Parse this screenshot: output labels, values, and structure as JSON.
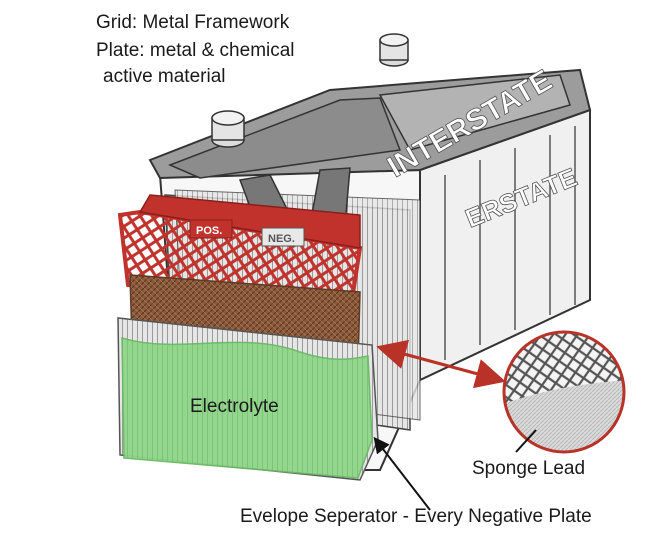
{
  "labels": {
    "grid": "Grid: Metal Framework",
    "plate_line1": "Plate: metal & chemical",
    "plate_line2": "active material",
    "electrolyte": "Electrolyte",
    "sponge_lead": "Sponge Lead",
    "envelope": "Evelope Seperator - Every Negative Plate"
  },
  "terminals": {
    "positive": "POS.",
    "negative": "NEG."
  },
  "brand": {
    "lid_text": "INTERSTATE",
    "side_text": "ERSTATE"
  },
  "colors": {
    "grid_red": "#c0322b",
    "active_material": "#8b5a3c",
    "electrolyte_green": "#8fd68a",
    "arrow": "#b83228",
    "case_grey": "#9c9c9c"
  }
}
